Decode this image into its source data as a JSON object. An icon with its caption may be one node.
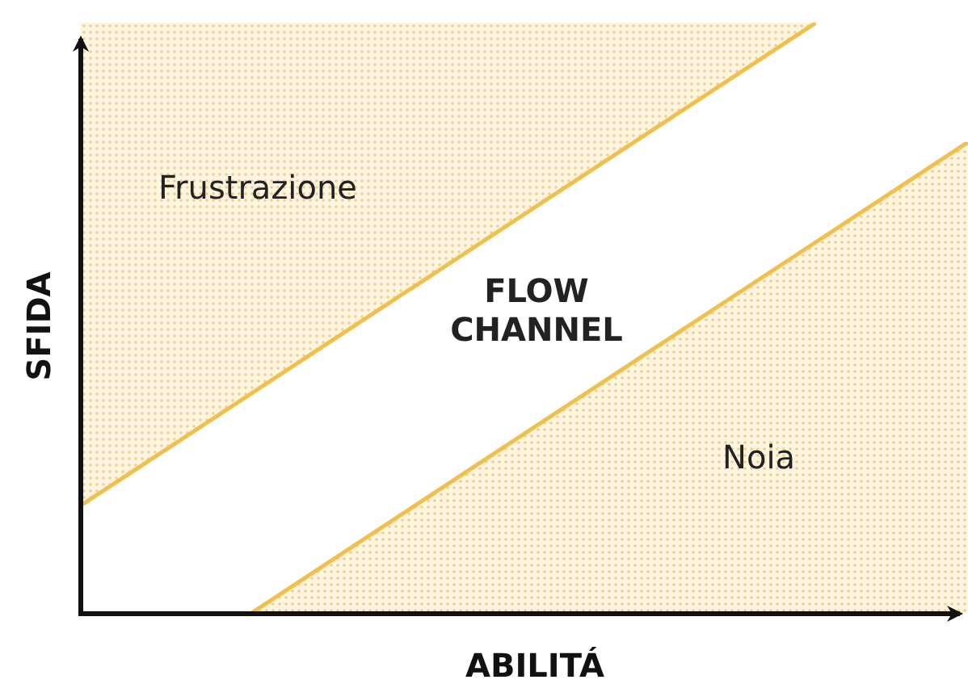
{
  "diagram": {
    "labels": [
      "Frustrazione",
      "FLOW CHANNEL",
      "Noia",
      "SFIDA",
      "ABILITÁ"
    ]
  }
}
